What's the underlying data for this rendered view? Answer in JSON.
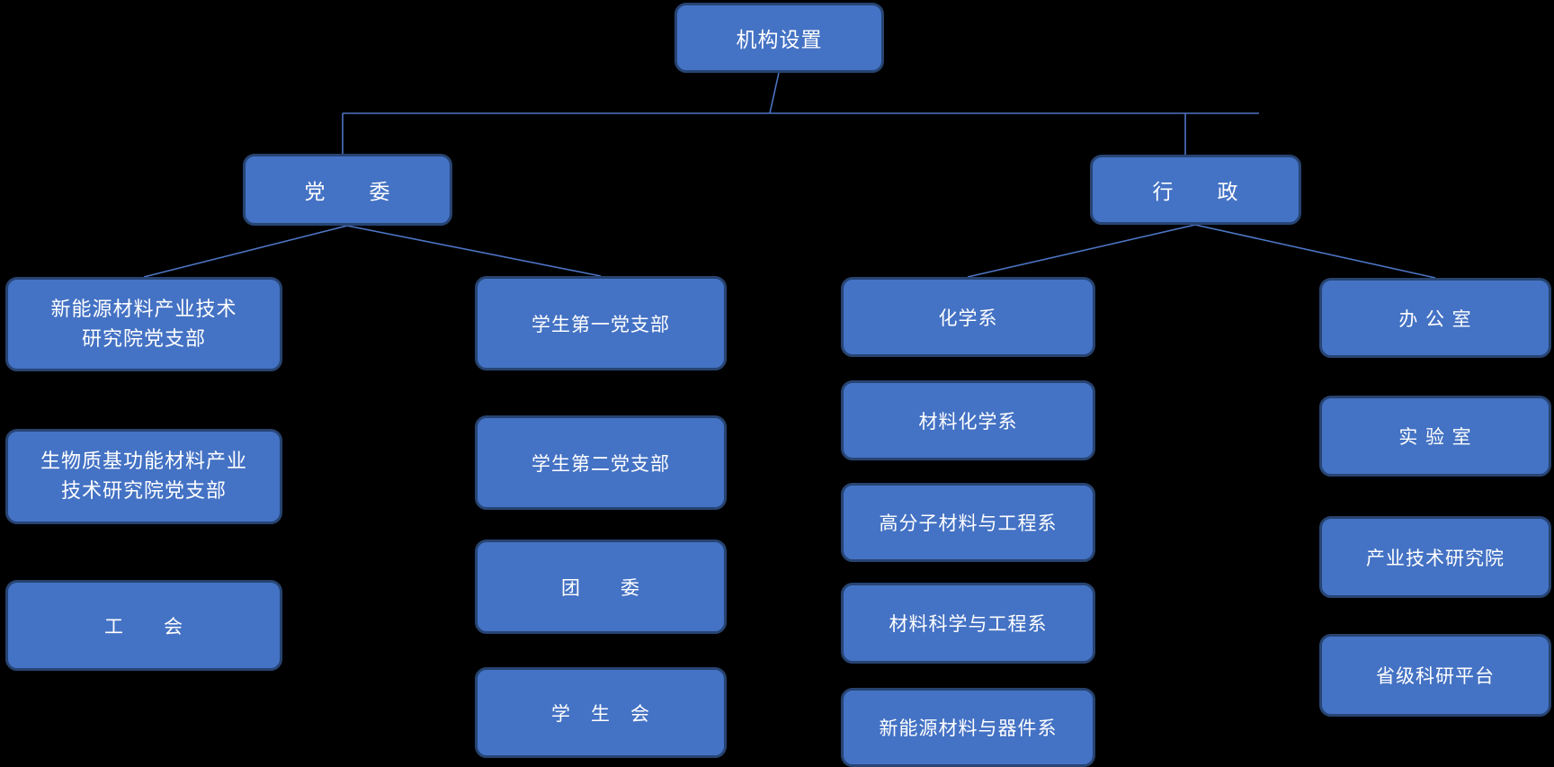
{
  "diagram": {
    "type": "org-chart",
    "background": "#000000",
    "node_fill": "#4472C4",
    "node_border": "#274472",
    "connector_color": "#4D74C4",
    "text_color": "#FFFFFF"
  },
  "nodes": {
    "root": "机构设置",
    "party": "党　　委",
    "admin": "行　　政",
    "party_col1": [
      "新能源材料产业技术\n研究院党支部",
      "生物质基功能材料产业\n技术研究院党支部",
      "工　　会"
    ],
    "party_col2": [
      "学生第一党支部",
      "学生第二党支部",
      "团　　委",
      "学　生　会"
    ],
    "admin_col1": [
      "化学系",
      "材料化学系",
      "高分子材料与工程系",
      "材料科学与工程系",
      "新能源材料与器件系"
    ],
    "admin_col2": [
      "办 公 室",
      "实 验 室",
      "产业技术研究院",
      "省级科研平台"
    ]
  },
  "edges": [
    [
      "机构设置",
      "党委"
    ],
    [
      "机构设置",
      "行政"
    ],
    [
      "党委",
      "新能源材料产业技术研究院党支部"
    ],
    [
      "党委",
      "学生第一党支部"
    ],
    [
      "行政",
      "化学系"
    ],
    [
      "行政",
      "办公室"
    ]
  ]
}
